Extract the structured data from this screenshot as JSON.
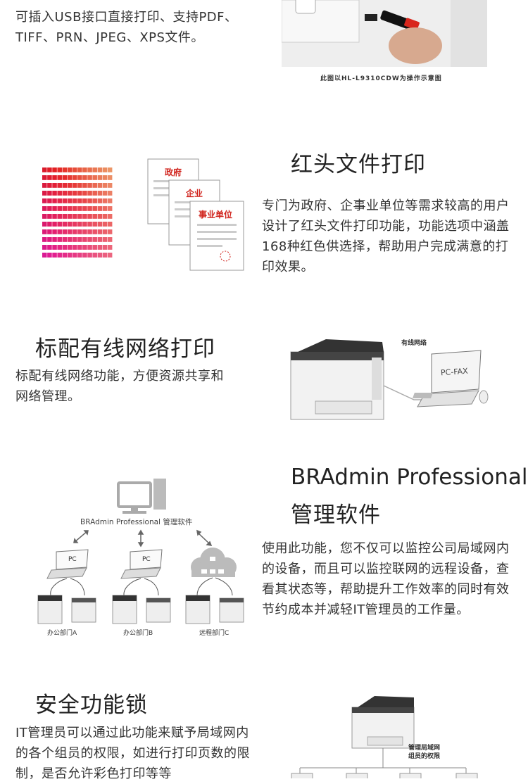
{
  "usb": {
    "text": "可插入USB接口直接打印、支持PDF、TIFF、PRN、JPEG、XPS文件。",
    "caption": "此图以HL-L9310CDW为操作示意图"
  },
  "redhead": {
    "title": "红头文件打印",
    "desc": "专门为政府、企事业单位等需求较高的用户设计了红头文件打印功能，功能选项中涵盖168种红色供选择，帮助用户完成满意的打印效果。",
    "doc_labels": [
      "政府",
      "企业",
      "事业单位"
    ]
  },
  "network": {
    "title": "标配有线网络打印",
    "desc": "标配有线网络功能，方便资源共享和网络管理。",
    "diagram_label": "有线网络",
    "pc_label": "PC-FAX"
  },
  "bradmin": {
    "title_line1": "BRAdmin Professional",
    "title_line2": "管理软件",
    "desc": "使用此功能，您不仅可以监控公司局域网内的设备，而且可以监控联网的远程设备，查看其状态等，帮助提升工作效率的同时有效节约成本并减轻IT管理员的工作量。",
    "diagram_title": "BRAdmin Professional 管理软件",
    "departments": [
      "办公部门A",
      "办公部门B",
      "远程部门C"
    ],
    "pc_label": "PC"
  },
  "security": {
    "title": "安全功能锁",
    "desc": "IT管理员可以通过此功能来赋予局域网内的各个组员的权限，如进行打印页数的限制，是否允许彩色打印等等",
    "diagram_label_1": "管理局域网",
    "diagram_label_2": "组员的权限"
  }
}
